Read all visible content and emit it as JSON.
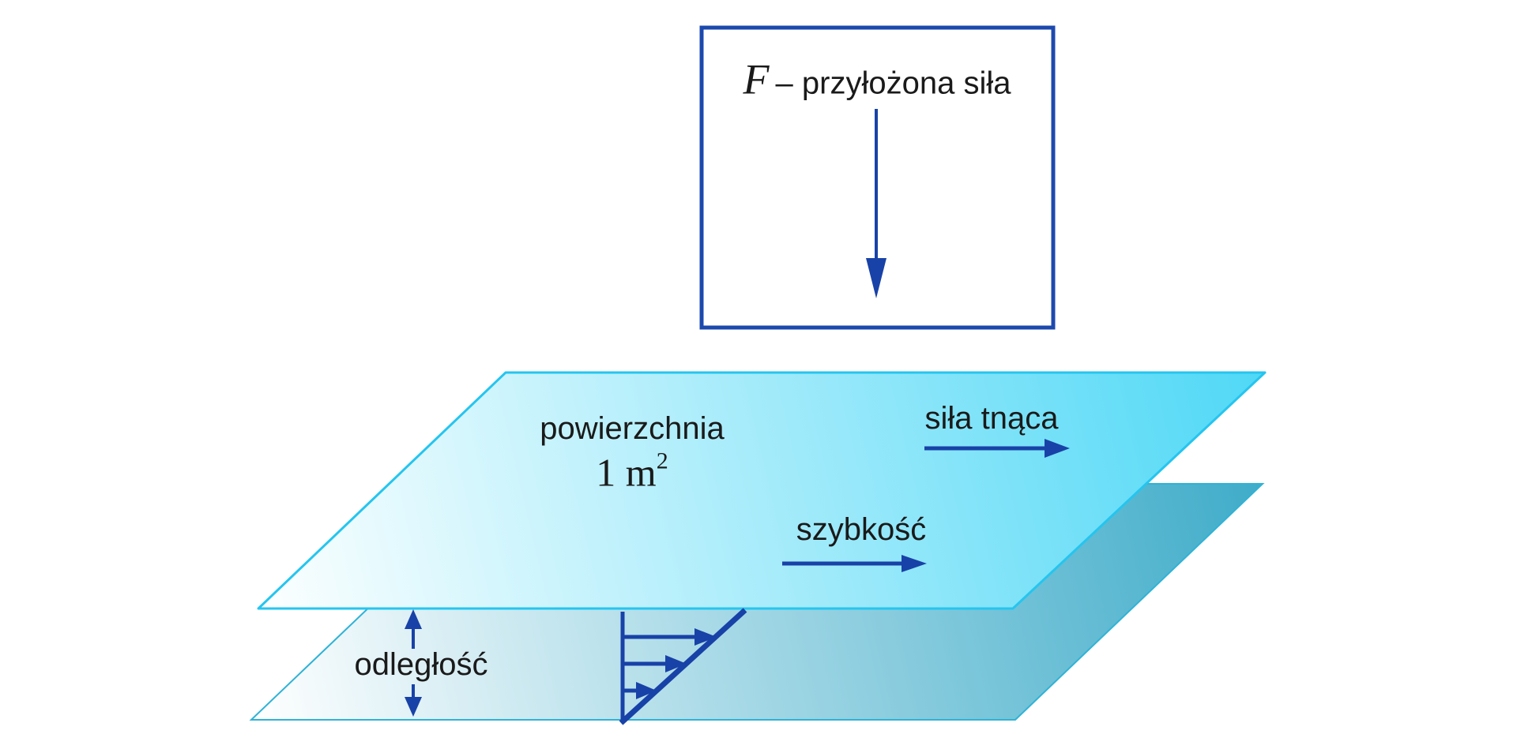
{
  "force_box": {
    "symbol": "F",
    "label": "– przyłożona siła"
  },
  "plates": {
    "surface_label": "powierzchnia",
    "area_value": "1 m",
    "area_exponent": "2",
    "shear_force_label": "siła tnąca",
    "velocity_label": "szybkość",
    "distance_label": "odległość"
  },
  "arrows": {
    "applied_force": "down-arrow inside framed box",
    "shear_force": "right-arrow on upper plate",
    "velocity": "right-arrow on upper plate",
    "distance": "vertical double-headed arrow between plates",
    "velocity_profile": "vertical axis with slanted gradient line and three right arrows growing with height"
  },
  "colors": {
    "background": "#FFFFFF",
    "text": "#1A1A1A",
    "arrow_navy": "#1842A7",
    "box_border_blue": "#1C49AE",
    "top_plate_light": "#FDFFFF",
    "top_plate_cyan": "#4FD8F6",
    "top_plate_stroke": "#25C5EF",
    "bottom_plate_light": "#FFFFFF",
    "bottom_plate_teal": "#3FACC9",
    "bottom_plate_stroke": "#2FB3D6"
  }
}
